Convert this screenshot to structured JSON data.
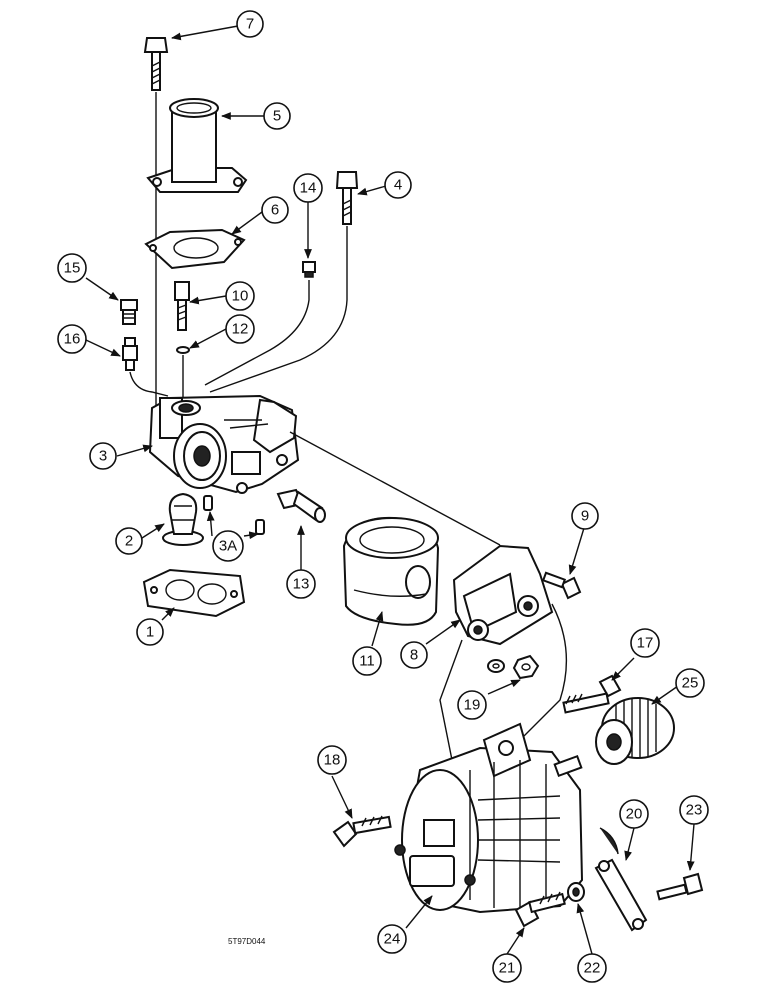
{
  "figure_code": "5T97D044",
  "callouts": [
    "7",
    "5",
    "4",
    "14",
    "6",
    "15",
    "10",
    "12",
    "16",
    "3",
    "2",
    "3A",
    "13",
    "9",
    "1",
    "11",
    "8",
    "17",
    "19",
    "25",
    "18",
    "20",
    "23",
    "24",
    "21",
    "22"
  ]
}
